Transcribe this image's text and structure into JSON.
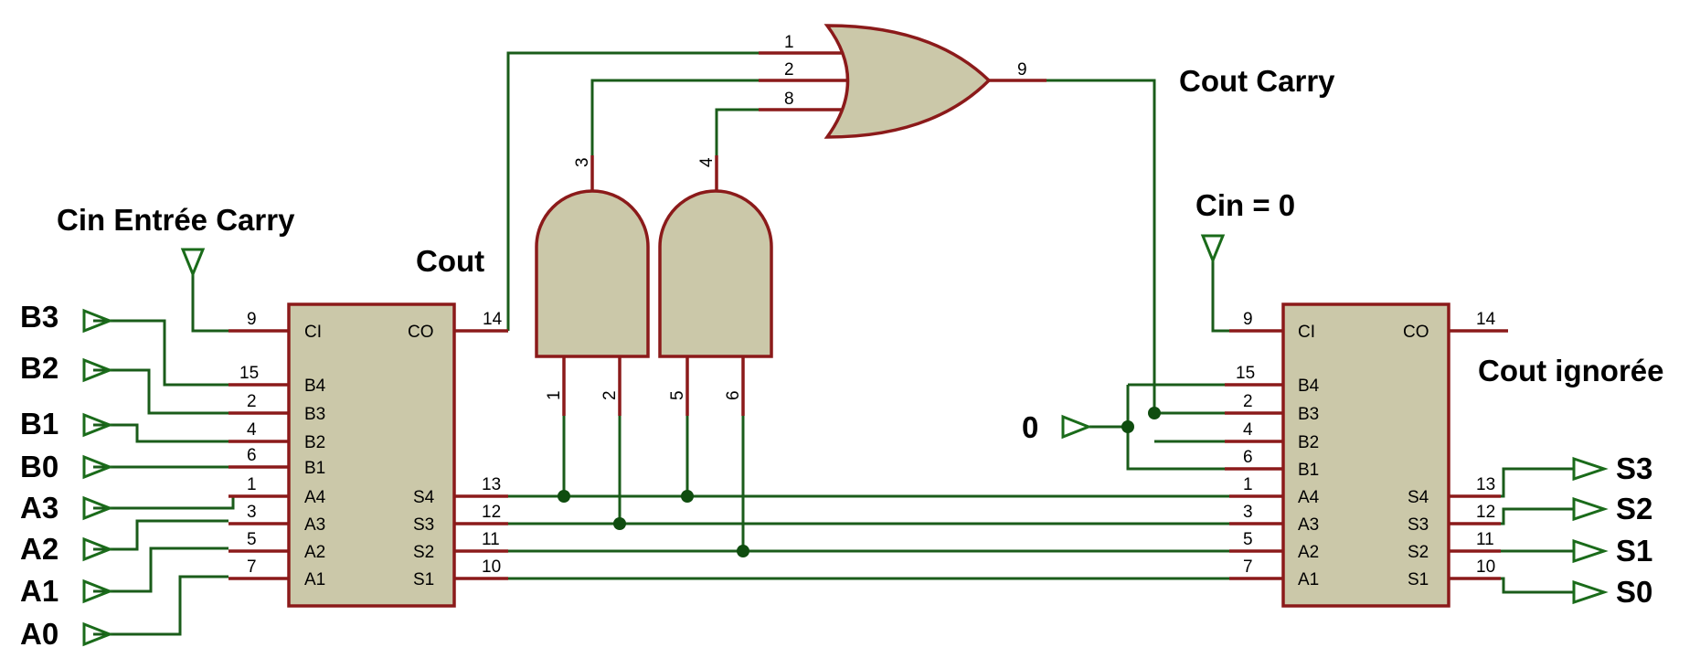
{
  "labels": {
    "cin_entree": "Cin Entrée Carry",
    "cout": "Cout",
    "cout_carry": "Cout Carry",
    "cin_zero": "Cin = 0",
    "cout_ignoree": "Cout ignorée",
    "zero": "0"
  },
  "inputs": {
    "b3": "B3",
    "b2": "B2",
    "b1": "B1",
    "b0": "B0",
    "a3": "A3",
    "a2": "A2",
    "a1": "A1",
    "a0": "A0"
  },
  "outputs": {
    "s3": "S3",
    "s2": "S2",
    "s1": "S1",
    "s0": "S0"
  },
  "chip": {
    "ci": "CI",
    "co": "CO",
    "b4": "B4",
    "b3": "B3",
    "b2": "B2",
    "b1": "B1",
    "a4": "A4",
    "a3": "A3",
    "a2": "A2",
    "a1": "A1",
    "s4": "S4",
    "s3": "S3",
    "s2": "S2",
    "s1": "S1"
  },
  "pins": {
    "ci": "9",
    "co": "14",
    "b4": "15",
    "b3": "2",
    "b2": "4",
    "b1": "6",
    "a4": "1",
    "a3": "3",
    "a2": "5",
    "a1": "7",
    "s4": "13",
    "s3": "12",
    "s2": "11",
    "s1": "10"
  },
  "gates": {
    "or_in1": "1",
    "or_in2": "2",
    "or_in3": "8",
    "or_out": "9",
    "and1_out": "3",
    "and1_in1": "1",
    "and1_in2": "2",
    "and2_out": "4",
    "and2_in1": "5",
    "and2_in2": "6"
  }
}
